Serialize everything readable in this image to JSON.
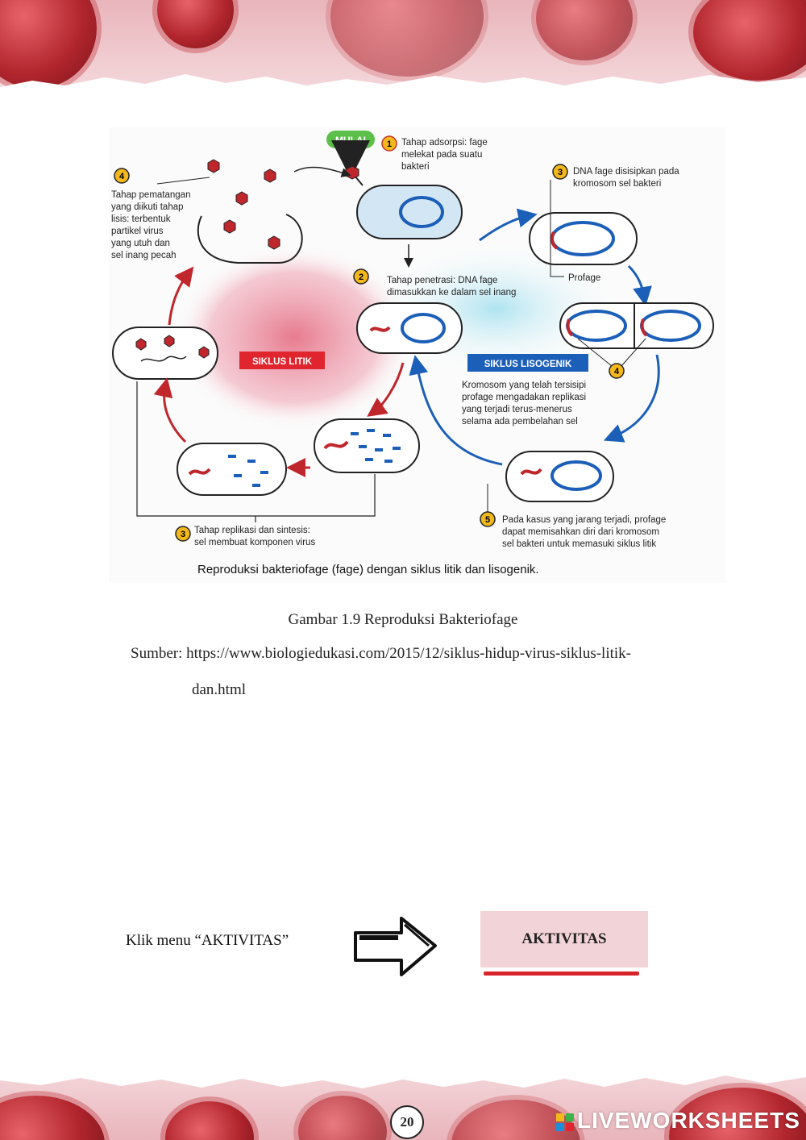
{
  "figure": {
    "start_label": "MULAI",
    "siklus_litik": "SIKLUS  LITIK",
    "siklus_lisogenik": "SIKLUS  LISOGENIK",
    "step1_num": "1",
    "step1_text": [
      "Tahap adsorpsi: fage",
      "melekat pada suatu",
      "bakteri"
    ],
    "step2_num": "2",
    "step2_text": [
      "Tahap penetrasi: DNA fage",
      "dimasukkan ke dalam sel inang"
    ],
    "step3_num": "3",
    "step3_text": [
      "Tahap replikasi dan sintesis:",
      "sel membuat komponen virus"
    ],
    "step4_num": "4",
    "step4_text": [
      "Tahap pematangan",
      "yang diikuti tahap",
      "lisis: terbentuk",
      "partikel virus",
      "yang utuh dan",
      "sel inang pecah"
    ],
    "lys3_num": "3",
    "lys3_text": [
      "DNA fage disisipkan pada",
      "kromosom sel bakteri"
    ],
    "profage": "Profage",
    "lys4_num": "4",
    "lys4_text": [
      "Kromosom yang telah tersisipi",
      "profage mengadakan replikasi",
      "yang terjadi terus-menerus",
      "selama ada pembelahan sel"
    ],
    "lys5_num": "5",
    "lys5_text": [
      "Pada kasus yang jarang terjadi, profage",
      "dapat memisahkan diri dari kromosom",
      "sel bakteri untuk memasuki siklus litik"
    ],
    "title": "Reproduksi bakteriofage (fage) dengan siklus litik dan lisogenik."
  },
  "caption": "Gambar 1.9 Reproduksi Bakteriofage",
  "source_line1": "Sumber: https://www.biologiedukasi.com/2015/12/siklus-hidup-virus-siklus-litik-",
  "source_line2": "dan.html",
  "instruction": "Klik menu “AKTIVITAS”",
  "aktivitas_button": "AKTIVITAS",
  "page_number": "20",
  "branding": "LIVEWORKSHEETS",
  "colors": {
    "accent_red": "#d9232a",
    "button_bg": "#f2d3d8",
    "lysogenic_blue": "#1c5fb8"
  }
}
